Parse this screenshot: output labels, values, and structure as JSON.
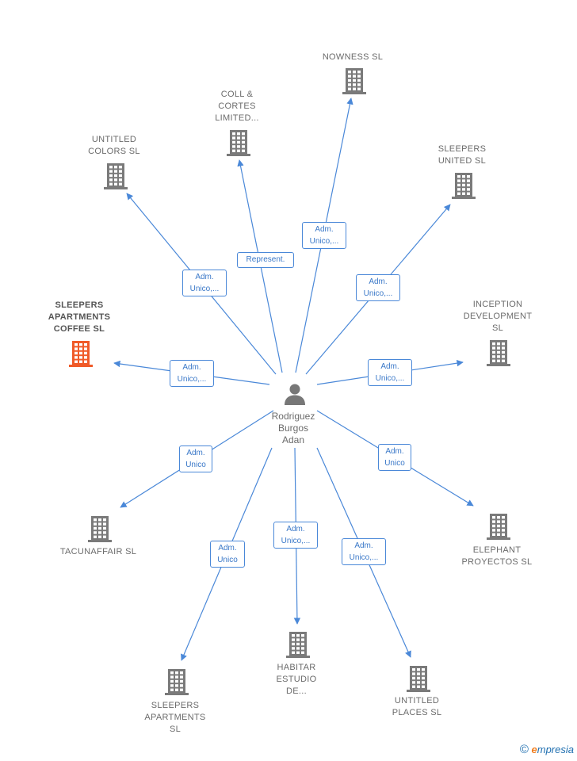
{
  "center": {
    "name": "Rodriguez\nBurgos\nAdan"
  },
  "companies": [
    {
      "id": "nowness",
      "name": "NOWNESS  SL",
      "highlight": false
    },
    {
      "id": "coll-cortes",
      "name": "COLL &\nCORTES\nLIMITED...",
      "highlight": false
    },
    {
      "id": "untitled-colors",
      "name": "UNTITLED\nCOLORS  SL",
      "highlight": false
    },
    {
      "id": "sleepers-united",
      "name": "SLEEPERS\nUNITED  SL",
      "highlight": false
    },
    {
      "id": "sleepers-apartments-coffee",
      "name": "SLEEPERS\nAPARTMENTS\nCOFFEE  SL",
      "highlight": true
    },
    {
      "id": "inception-development",
      "name": "INCEPTION\nDEVELOPMENT\nSL",
      "highlight": false
    },
    {
      "id": "tacunaffair",
      "name": "TACUNAFFAIR SL",
      "highlight": false
    },
    {
      "id": "elephant-proyectos",
      "name": "ELEPHANT\nPROYECTOS SL",
      "highlight": false
    },
    {
      "id": "habitar-estudio",
      "name": "HABITAR\nESTUDIO\nDE...",
      "highlight": false
    },
    {
      "id": "sleepers-apartments",
      "name": "SLEEPERS\nAPARTMENTS\nSL",
      "highlight": false
    },
    {
      "id": "untitled-places",
      "name": "UNTITLED\nPLACES  SL",
      "highlight": false
    }
  ],
  "relations": [
    {
      "to": "nowness",
      "label": "Adm.\nUnico,..."
    },
    {
      "to": "coll-cortes",
      "label": "Represent."
    },
    {
      "to": "untitled-colors",
      "label": "Adm.\nUnico,..."
    },
    {
      "to": "sleepers-united",
      "label": "Adm.\nUnico,..."
    },
    {
      "to": "sleepers-apartments-coffee",
      "label": "Adm.\nUnico,..."
    },
    {
      "to": "inception-development",
      "label": "Adm.\nUnico,..."
    },
    {
      "to": "tacunaffair",
      "label": "Adm.\nUnico"
    },
    {
      "to": "elephant-proyectos",
      "label": "Adm.\nUnico"
    },
    {
      "to": "habitar-estudio",
      "label": "Adm.\nUnico,..."
    },
    {
      "to": "sleepers-apartments",
      "label": "Adm.\nUnico"
    },
    {
      "to": "untitled-places",
      "label": "Adm.\nUnico,..."
    }
  ],
  "colors": {
    "edge": "#4a88d8",
    "building": "#7a7a7a",
    "building_highlight": "#f05a28",
    "person": "#777777"
  },
  "footer": {
    "copyright": "©",
    "brand_first": "e",
    "brand_rest": "mpresia"
  }
}
